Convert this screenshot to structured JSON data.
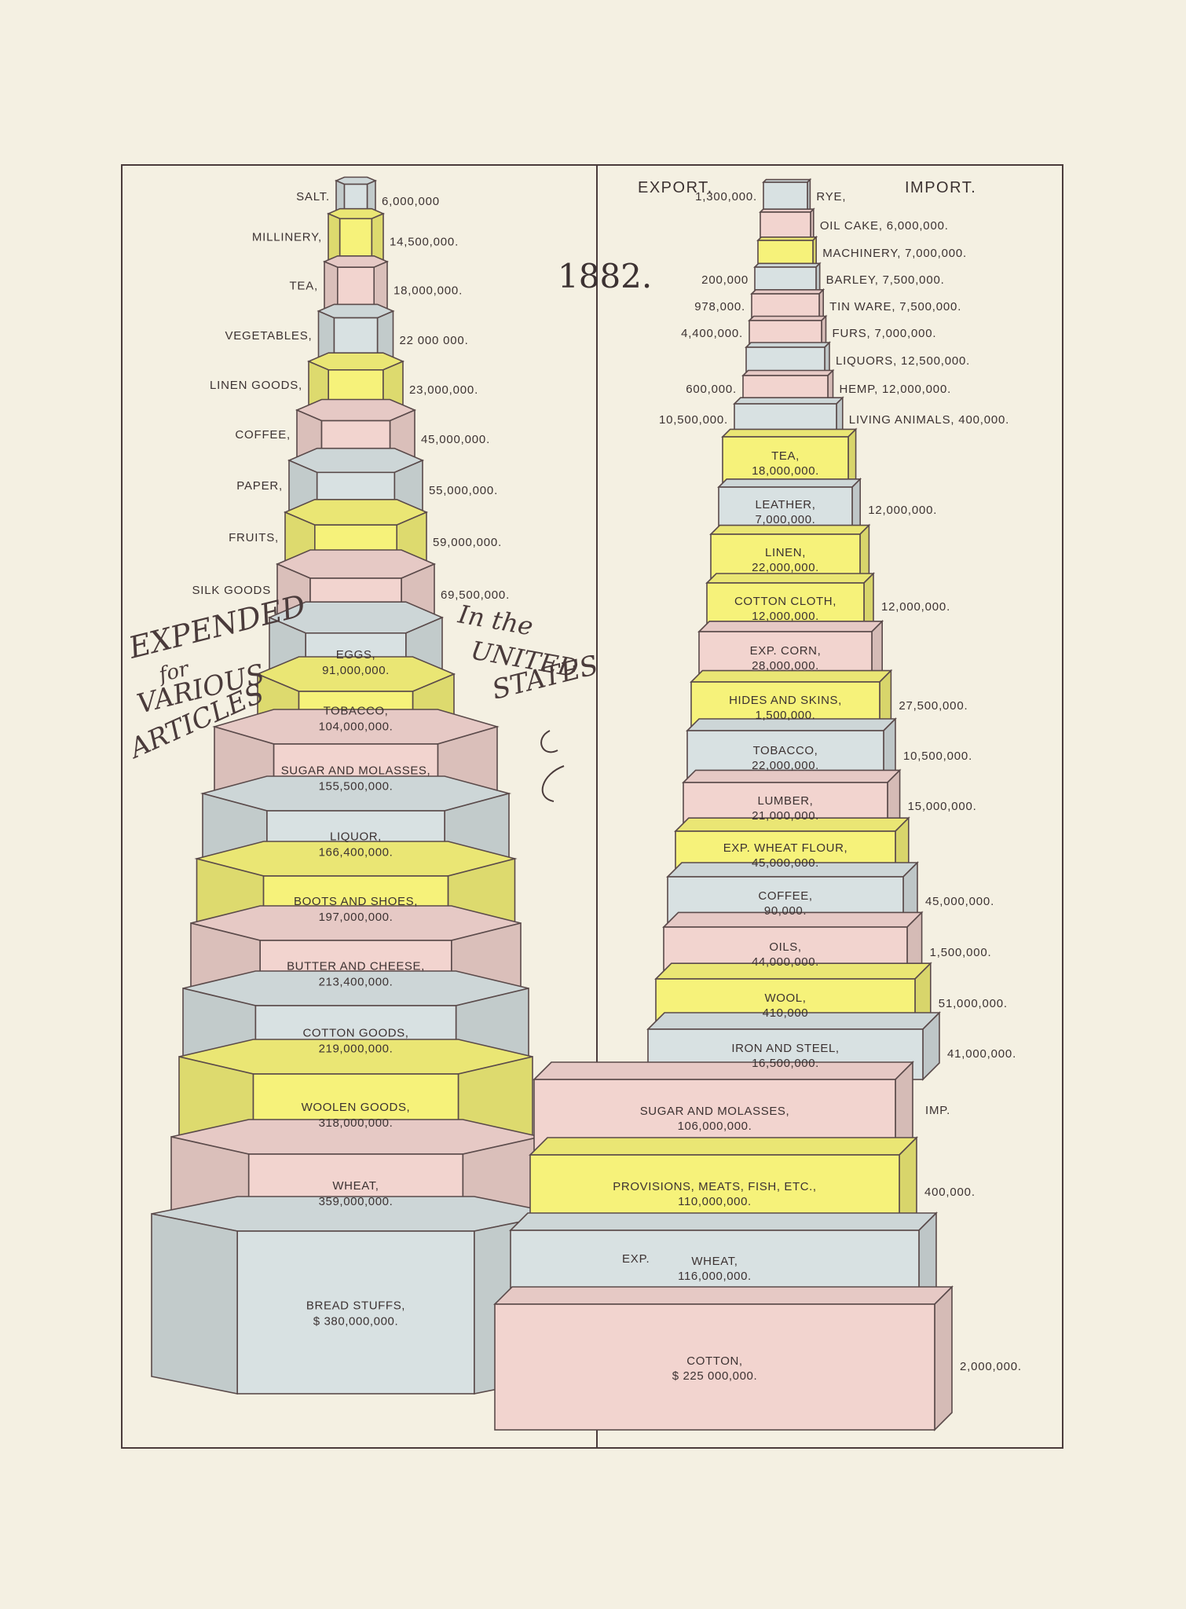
{
  "chart_data": [
    {
      "type": "bar",
      "title": "Expended for Various Articles In the United States",
      "year": "1882.",
      "colors": {
        "pink": "#f2d4cf",
        "blue": "#d8e1e2",
        "yellow": "#f6f27a",
        "ink": "#5a4a4a"
      },
      "items": [
        {
          "label": "SALT.",
          "value": "6,000,000",
          "amount": 6000000,
          "color": "blue"
        },
        {
          "label": "MILLINERY,",
          "value": "14,500,000.",
          "amount": 14500000,
          "color": "yellow"
        },
        {
          "label": "TEA,",
          "value": "18,000,000.",
          "amount": 18000000,
          "color": "pink"
        },
        {
          "label": "VEGETABLES,",
          "value": "22 000 000.",
          "amount": 22000000,
          "color": "blue"
        },
        {
          "label": "LINEN GOODS,",
          "value": "23,000,000.",
          "amount": 23000000,
          "color": "yellow"
        },
        {
          "label": "COFFEE,",
          "value": "45,000,000.",
          "amount": 45000000,
          "color": "pink"
        },
        {
          "label": "PAPER,",
          "value": "55,000,000.",
          "amount": 55000000,
          "color": "blue"
        },
        {
          "label": "FRUITS,",
          "value": "59,000,000.",
          "amount": 59000000,
          "color": "yellow"
        },
        {
          "label": "SILK GOODS",
          "value": "69,500,000.",
          "amount": 69500000,
          "color": "pink"
        },
        {
          "label": "EGGS,",
          "value": "91,000,000.",
          "amount": 91000000,
          "color": "blue"
        },
        {
          "label": "TOBACCO,",
          "value": "104,000,000.",
          "amount": 104000000,
          "color": "yellow"
        },
        {
          "label": "SUGAR AND MOLASSES,",
          "value": "155,500,000.",
          "amount": 155500000,
          "color": "pink"
        },
        {
          "label": "LIQUOR,",
          "value": "166,400,000.",
          "amount": 166400000,
          "color": "blue"
        },
        {
          "label": "BOOTS AND SHOES,",
          "value": "197,000,000.",
          "amount": 197000000,
          "color": "yellow"
        },
        {
          "label": "BUTTER AND CHEESE,",
          "value": "213,400,000.",
          "amount": 213400000,
          "color": "pink"
        },
        {
          "label": "COTTON GOODS,",
          "value": "219,000,000.",
          "amount": 219000000,
          "color": "blue"
        },
        {
          "label": "WOOLEN GOODS,",
          "value": "318,000,000.",
          "amount": 318000000,
          "color": "yellow"
        },
        {
          "label": "WHEAT,",
          "value": "359,000,000.",
          "amount": 359000000,
          "color": "pink"
        },
        {
          "label": "BREAD STUFFS,",
          "value": "$ 380,000,000.",
          "amount": 380000000,
          "color": "blue"
        }
      ]
    },
    {
      "type": "bar",
      "export_label": "EXPORT.",
      "import_label": "IMPORT.",
      "items": [
        {
          "label": "RYE,",
          "export": "1,300,000.",
          "import": "",
          "color": "blue"
        },
        {
          "label": "OIL CAKE,",
          "export": "",
          "import": "6,000,000.",
          "color": "pink"
        },
        {
          "label": "MACHINERY,",
          "export": "",
          "import": "7,000,000.",
          "color": "yellow"
        },
        {
          "label": "BARLEY,",
          "export": "200,000",
          "import": "7,500,000.",
          "color": "blue"
        },
        {
          "label": "TIN WARE,",
          "export": "978,000.",
          "import": "7,500,000.",
          "color": "pink"
        },
        {
          "label": "FURS,",
          "export": "4,400,000.",
          "import": "7,000,000.",
          "color": "pink"
        },
        {
          "label": "LIQUORS,",
          "export": "",
          "import": "12,500,000.",
          "color": "blue"
        },
        {
          "label": "HEMP,",
          "export": "600,000.",
          "import": "12,000,000.",
          "color": "pink"
        },
        {
          "label": "LIVING ANIMALS,",
          "export": "10,500,000.",
          "import": "400,000.",
          "color": "blue"
        },
        {
          "label": "TEA,",
          "export": "",
          "import": "18,000,000.",
          "color": "yellow"
        },
        {
          "label": "LEATHER,",
          "export": "7,000,000.",
          "import": "12,000,000.",
          "color": "blue"
        },
        {
          "label": "LINEN,",
          "export": "",
          "import": "22,000,000.",
          "color": "yellow"
        },
        {
          "label": "COTTON CLOTH,",
          "export": "12,000,000.",
          "import": "12,000,000.",
          "color": "yellow"
        },
        {
          "label": "EXP. CORN,",
          "export": "28,000,000.",
          "import": "",
          "color": "pink"
        },
        {
          "label": "HIDES AND SKINS,",
          "export": "1,500,000.",
          "import": "27,500,000.",
          "color": "yellow"
        },
        {
          "label": "TOBACCO,",
          "export": "22,000,000.",
          "import": "10,500,000.",
          "color": "blue"
        },
        {
          "label": "LUMBER,",
          "export": "21,000,000.",
          "import": "15,000,000.",
          "color": "pink"
        },
        {
          "label": "EXP. WHEAT FLOUR,",
          "export": "45,000,000.",
          "import": "",
          "color": "yellow"
        },
        {
          "label": "COFFEE,",
          "export": "90,000.",
          "import": "45,000,000.",
          "color": "blue"
        },
        {
          "label": "OILS,",
          "export": "44,000,000.",
          "import": "1,500,000.",
          "color": "pink"
        },
        {
          "label": "WOOL,",
          "export": "410,000",
          "import": "51,000,000.",
          "color": "yellow"
        },
        {
          "label": "IRON AND STEEL,",
          "export": "16,500,000.",
          "import": "41,000,000.",
          "color": "blue"
        },
        {
          "label": "SUGAR AND MOLASSES,",
          "export": "",
          "import": "106,000,000.",
          "color": "pink"
        },
        {
          "label": "PROVISIONS, MEATS, FISH, ETC.,",
          "export": "110,000,000.",
          "import": "400,000.",
          "color": "yellow"
        },
        {
          "label": "WHEAT,",
          "export": "116,000,000.",
          "import": "",
          "color": "blue"
        },
        {
          "label": "COTTON,",
          "export": "$ 225 000,000.",
          "import": "2,000,000.",
          "color": "pink"
        }
      ]
    }
  ],
  "text": {
    "year": "1882.",
    "export_header": "EXPORT.",
    "import_header": "IMPORT.",
    "expended": "EXPENDED",
    "for_word": "for",
    "various": "VARIOUS",
    "articles": "ARTICLES",
    "in_the": "In the",
    "united": "UNITED",
    "states": "STATES",
    "exp_tag": "EXP.",
    "imp_tag": "IMP."
  }
}
